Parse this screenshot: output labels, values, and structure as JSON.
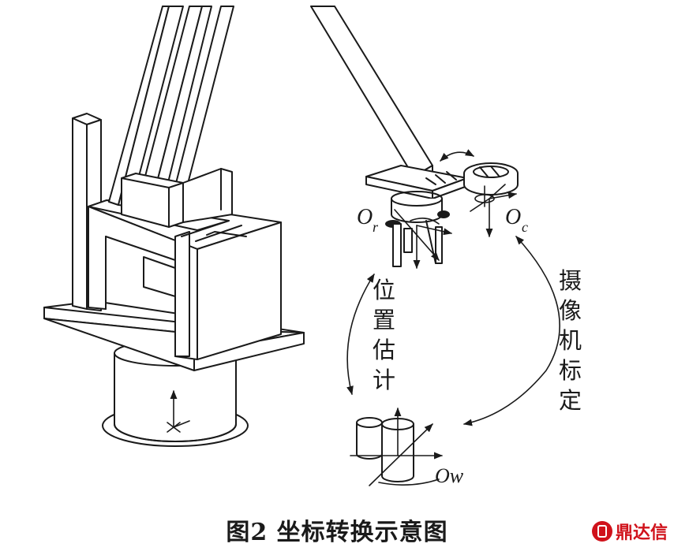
{
  "labels": {
    "or_main": "O",
    "or_sub": "r",
    "oc_main": "O",
    "oc_sub": "c",
    "ow": "Ow"
  },
  "vertical_text": {
    "position_estimation": [
      "位",
      "置",
      "估",
      "计"
    ],
    "camera_calibration": [
      "摄",
      "像",
      "机",
      "标",
      "定"
    ]
  },
  "caption": "图2  坐标转换示意图",
  "watermark": {
    "text": "鼎达信",
    "color": "#d0121b"
  },
  "colors": {
    "line": "#1a1a1a",
    "background": "#ffffff"
  }
}
